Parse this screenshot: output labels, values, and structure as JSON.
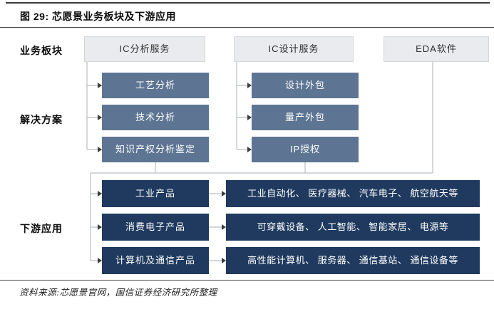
{
  "figure": {
    "title": "图 29: 芯愿景业务板块及下游应用",
    "source": "资料来源:芯愿景官网，国信证券经济研究所整理"
  },
  "row_labels": {
    "business_segments": "业务板块",
    "solutions": "解决方案",
    "downstream": "下游应用"
  },
  "business_segments": [
    "IC分析服务",
    "IC设计服务",
    "EDA软件"
  ],
  "ic_analysis_solutions": [
    "工艺分析",
    "技术分析",
    "知识产权分析鉴定"
  ],
  "ic_design_solutions": [
    "设计外包",
    "量产外包",
    "IP授权"
  ],
  "downstream_products": [
    "工业产品",
    "消费电子产品",
    "计算机及通信产品"
  ],
  "downstream_applications": [
    "工业自动化、 医疗器械、 汽车电子、 航空航天等",
    "可穿戴设备、 人工智能、 智能家居、 电源等",
    "高性能计算机、 服务器、 通信基站、 通信设备等"
  ],
  "colors": {
    "segment_box_fill": "#e9ebee",
    "solution_box_fill": "#5d7593",
    "downstream_box_fill": "#1f3a5e",
    "connector_line": "#b9bdc3",
    "arrowhead": "#3d3d3d"
  }
}
